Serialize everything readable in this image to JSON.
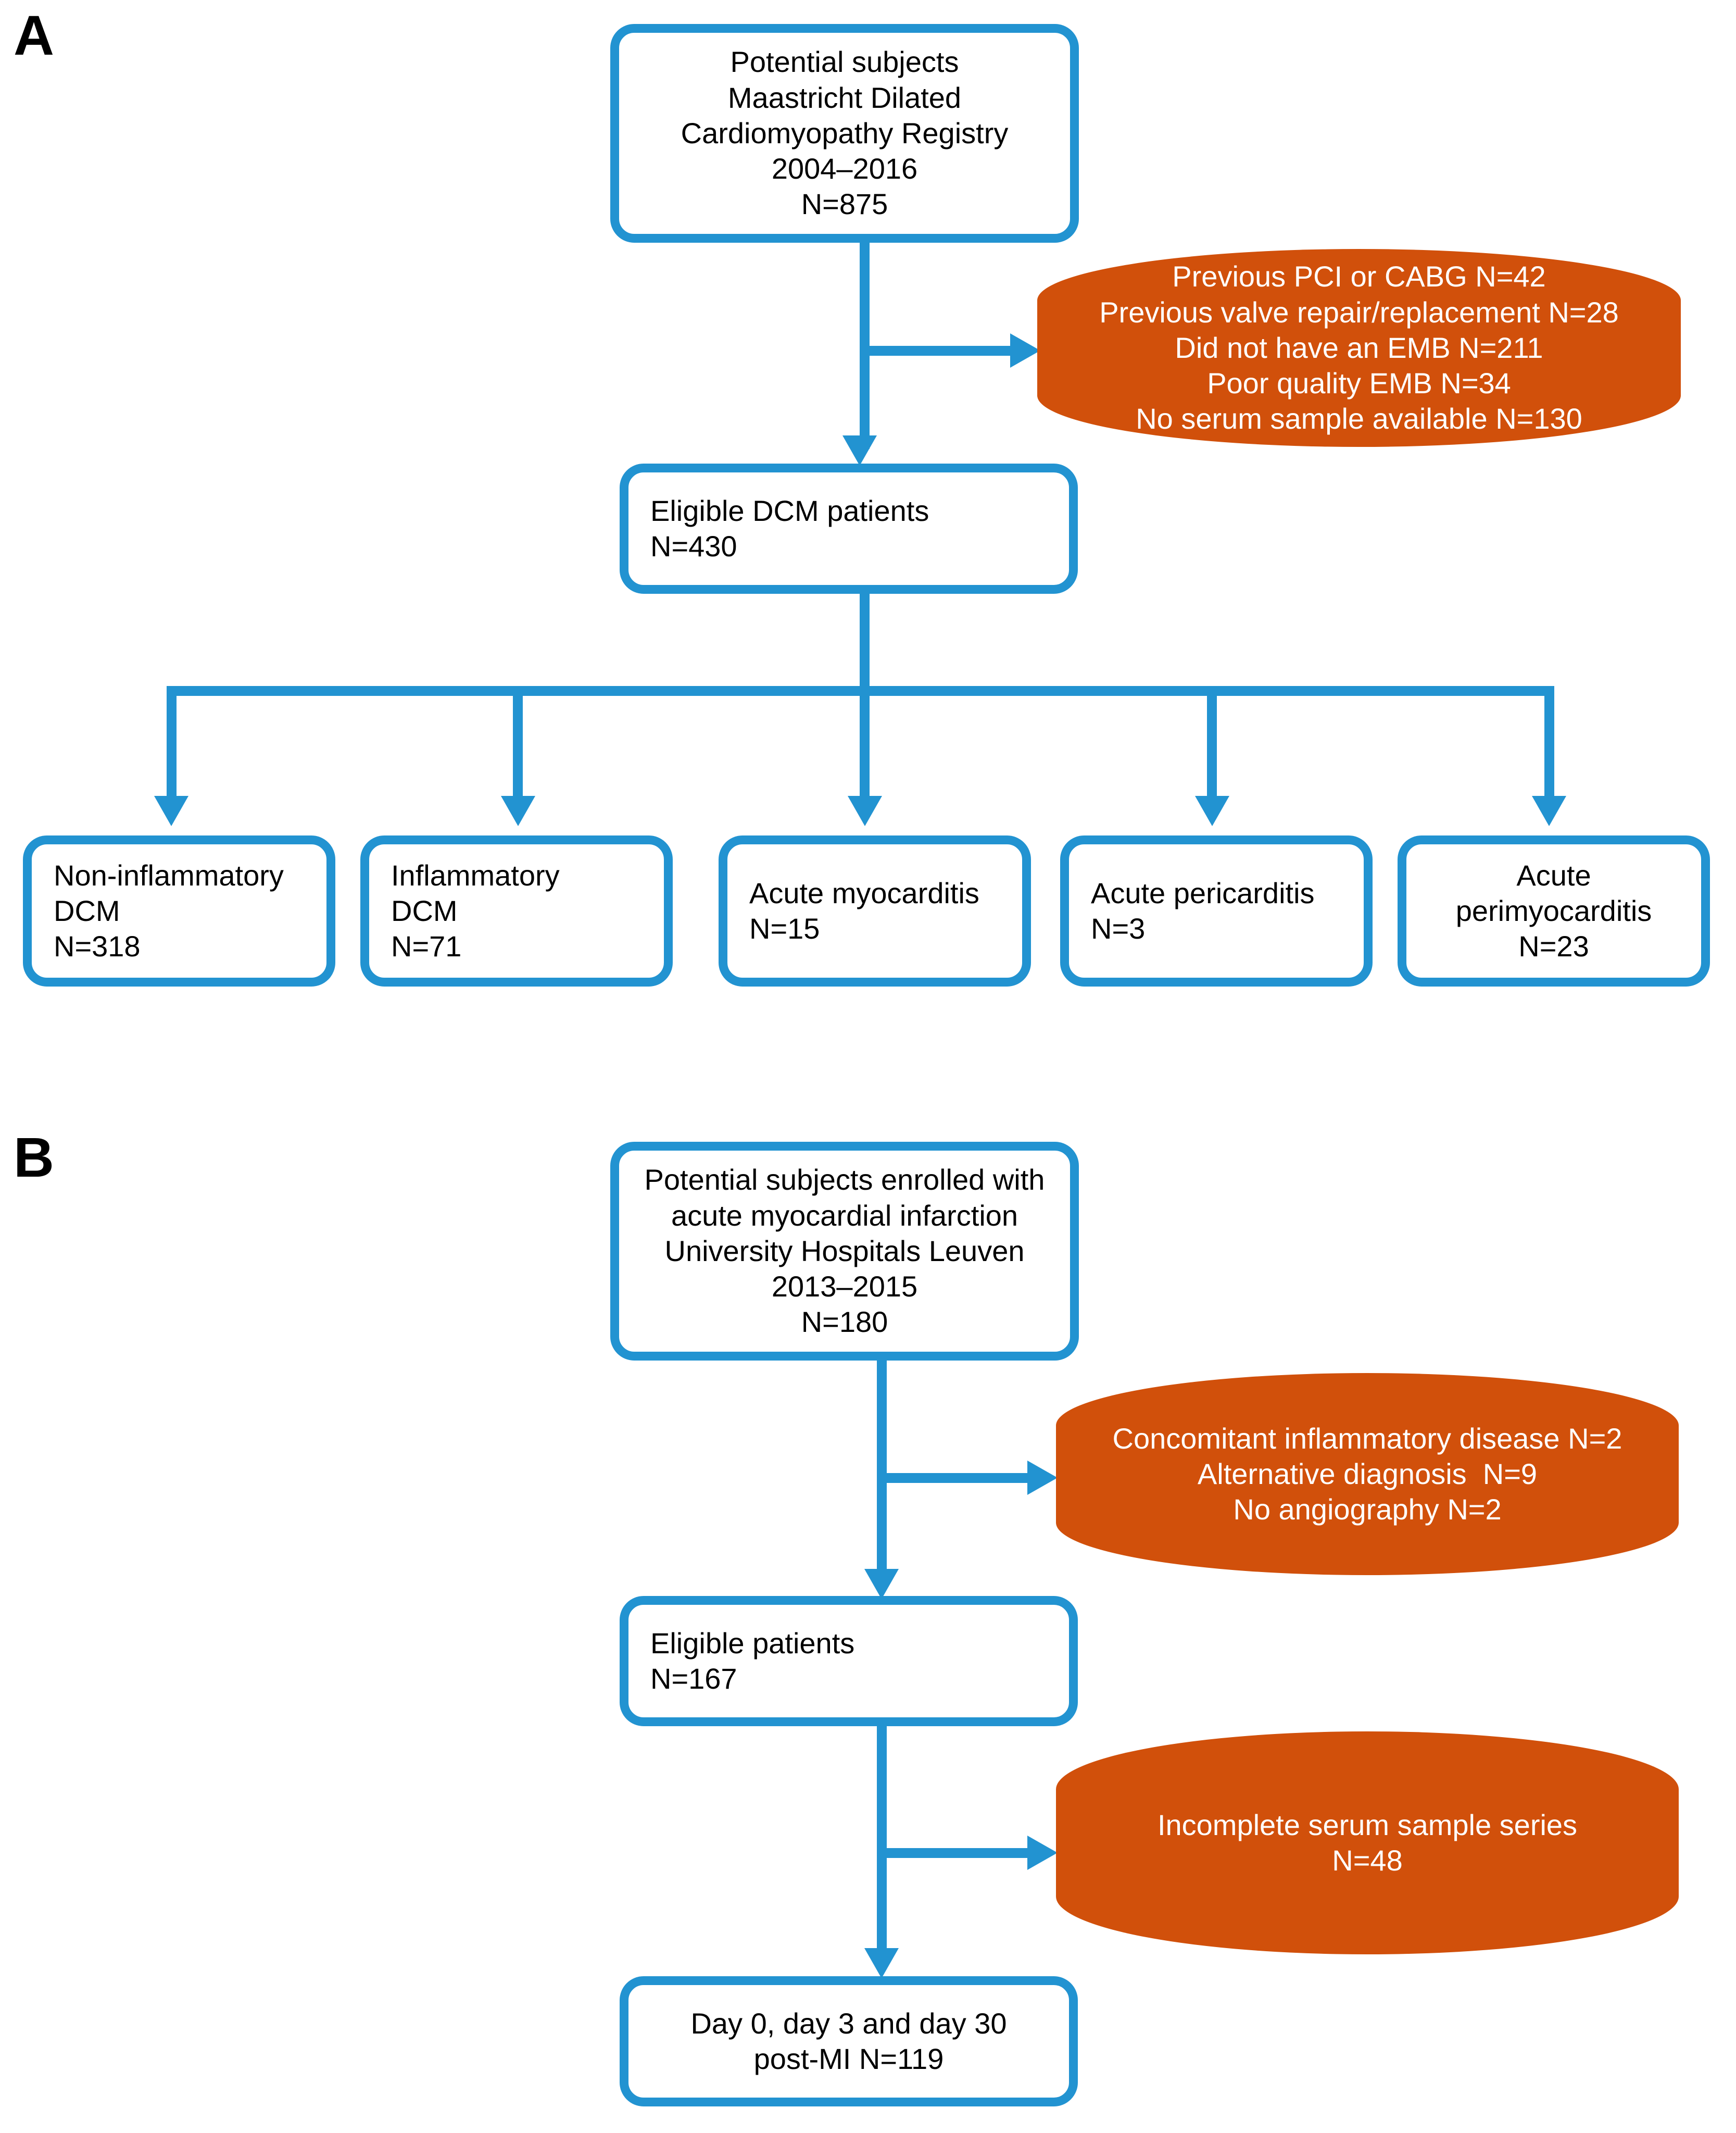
{
  "figure": {
    "type": "flowchart",
    "colors": {
      "included_box_border": "#2293d1",
      "excluded_box_fill": "#d1500b",
      "connector": "#2293d1",
      "text_dark": "#000000",
      "text_light": "#ffffff",
      "background": "#ffffff"
    }
  },
  "panelA": {
    "letter": "A",
    "source": {
      "lines": [
        "Potential subjects",
        "Maastricht Dilated",
        "Cardiomyopathy Registry",
        "2004–2016",
        "N=875"
      ]
    },
    "exclusions": {
      "lines": [
        "Previous PCI or CABG N=42",
        "Previous valve repair/replacement N=28",
        "Did not have an EMB N=211",
        "Poor quality EMB N=34",
        "No serum sample available N=130"
      ]
    },
    "eligible": {
      "lines": [
        "Eligible DCM patients",
        "N=430"
      ]
    },
    "groups": [
      {
        "lines": [
          "Non-inflammatory",
          "DCM",
          "N=318"
        ],
        "align": "left"
      },
      {
        "lines": [
          "Inflammatory",
          "DCM",
          "N=71"
        ],
        "align": "left"
      },
      {
        "lines": [
          "Acute myocarditis",
          "N=15"
        ],
        "align": "left"
      },
      {
        "lines": [
          "Acute pericarditis",
          "N=3"
        ],
        "align": "left"
      },
      {
        "lines": [
          "Acute",
          "perimyocarditis",
          "N=23"
        ],
        "align": "center"
      }
    ]
  },
  "panelB": {
    "letter": "B",
    "source": {
      "lines": [
        "Potential subjects enrolled with",
        "acute myocardial infarction",
        "University Hospitals Leuven",
        "2013–2015",
        "N=180"
      ]
    },
    "exclusions1": {
      "lines": [
        "Concomitant inflammatory disease N=2",
        "Alternative diagnosis  N=9",
        "No angiography N=2"
      ]
    },
    "eligible": {
      "lines": [
        "Eligible patients",
        "N=167"
      ]
    },
    "exclusions2": {
      "lines": [
        "Incomplete serum sample series",
        "N=48"
      ]
    },
    "final": {
      "lines": [
        "Day 0, day 3 and day 30",
        "post-MI N=119"
      ]
    }
  }
}
